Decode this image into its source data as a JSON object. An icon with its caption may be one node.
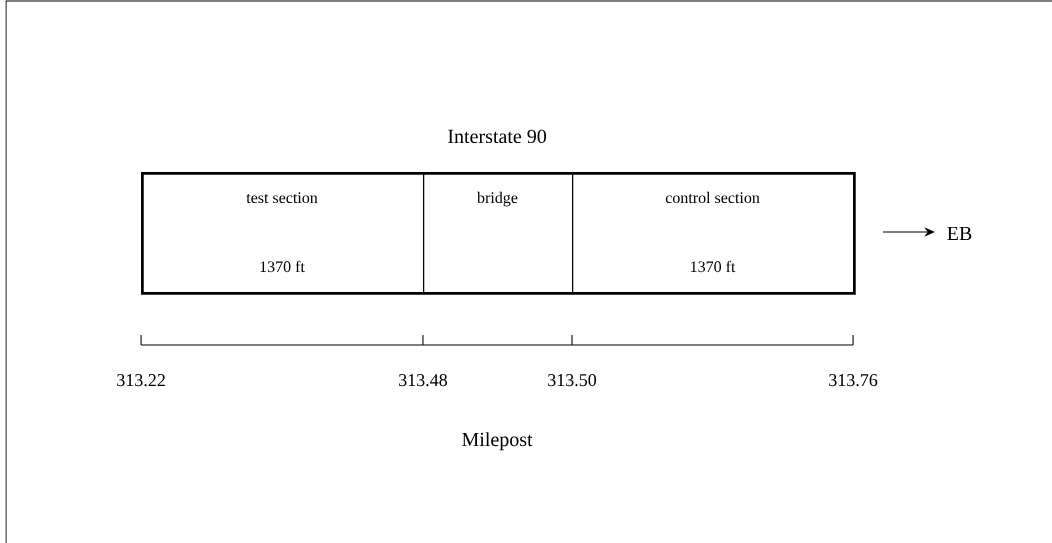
{
  "diagram": {
    "nodes": [
      {
        "text": [
          "Interstate 90"
        ]
      },
      {
        "text": [
          "test section",
          "1370 ft"
        ],
        "in": 0
      },
      {
        "text": [
          "bridge"
        ],
        "in": 0
      },
      {
        "text": [
          "control section",
          "1370 ft"
        ],
        "in": 0
      }
    ],
    "edges": [],
    "labels": [
      "EB",
      "313.22",
      "313.48",
      "313.50",
      "313.76",
      "Milepost"
    ]
  }
}
